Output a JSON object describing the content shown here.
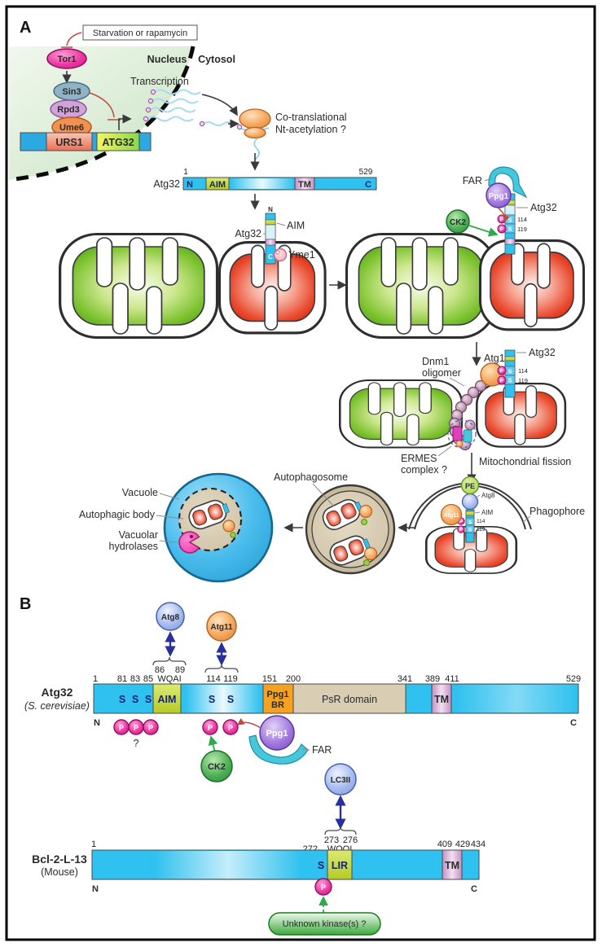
{
  "figure": {
    "type": "pathway-diagram",
    "organisms": "yeast / mouse"
  },
  "a": {
    "panel": "A",
    "stimulus": "Starvation or rapamycin",
    "nucleus": "Nucleus",
    "cytosol": "Cytosol",
    "tor1": "Tor1",
    "sin3": "Sin3",
    "rpd3": "Rpd3",
    "ume6": "Ume6",
    "urs1": "URS1",
    "atg32_gene": "ATG32",
    "transcription": "Transcription",
    "cotrans1": "Co-translational",
    "cotrans2": "Nt-acetylation ?",
    "one": "1",
    "n529": "529",
    "n": "N",
    "c": "C",
    "aim": "AIM",
    "tm": "TM",
    "atg32": "Atg32",
    "yme1": "Yme1",
    "far": "FAR",
    "ppg1": "Ppg1",
    "ck2": "CK2",
    "p": "P",
    "s": "S",
    "n114": "114",
    "n119": "119",
    "dnm1_1": "Dnm1",
    "dnm1_2": "oligomer",
    "atg11": "Atg11",
    "ermes1": "ERMES",
    "ermes2": "complex ?",
    "fission": "Mitochondrial fission",
    "pe": "PE",
    "atg8": "Atg8",
    "phagophore": "Phagophore",
    "autophagosome": "Autophagosome",
    "vacuole": "Vacuole",
    "body": "Autophagic body",
    "hyd1": "Vacuolar",
    "hyd2": "hydrolases"
  },
  "b": {
    "panel": "B",
    "atg8": "Atg8",
    "atg11": "Atg11",
    "lc3": "LC3II",
    "ck2": "CK2",
    "ppg1": "Ppg1",
    "far": "FAR",
    "atg32_name": "Atg32",
    "atg32_species": "(S. cerevisiae)",
    "bcl_name": "Bcl-2-L-13",
    "bcl_species": "(Mouse)",
    "p": "P",
    "s": "S",
    "q": "?",
    "n1": "1",
    "n81": "81",
    "n83": "83",
    "n85": "85",
    "n86": "86",
    "n89": "89",
    "wqai": "WQAI",
    "n114": "114",
    "n119": "119",
    "n151": "151",
    "n200": "200",
    "n341": "341",
    "n389": "389",
    "n411": "411",
    "n529": "529",
    "aim": "AIM",
    "ppg1br1": "Ppg1",
    "ppg1br2": "BR",
    "psr": "PsR domain",
    "tm": "TM",
    "nterm": "N",
    "cterm": "C",
    "n272": "272",
    "n273": "273",
    "n276": "276",
    "wqqi": "WQQI",
    "n409": "409",
    "n429": "429",
    "n434": "434",
    "lir": "LIR",
    "kinase": "Unknown kinase(s) ?"
  },
  "colors": {
    "bar_cyan": "#2fc1ef",
    "aim_lir": "#c6d93e",
    "tm_plum": "#d9a7d9",
    "ppg1_br_orange": "#f6a11f",
    "psr_tan": "#d9ceb4",
    "phospho_magenta": "#e8319b",
    "kinase_green": "#3fa34c",
    "ppg1_purple": "#8a5fd0",
    "far_cyan": "#46c8dc",
    "atg8_blue": "#8ca8e8",
    "atg11_orange": "#f0a050",
    "vacuole_blue": "#38b4e8",
    "autophagosome_tan": "#d5c9b1",
    "mito_green": "#7cc22f",
    "mito_red": "#e94b30"
  }
}
